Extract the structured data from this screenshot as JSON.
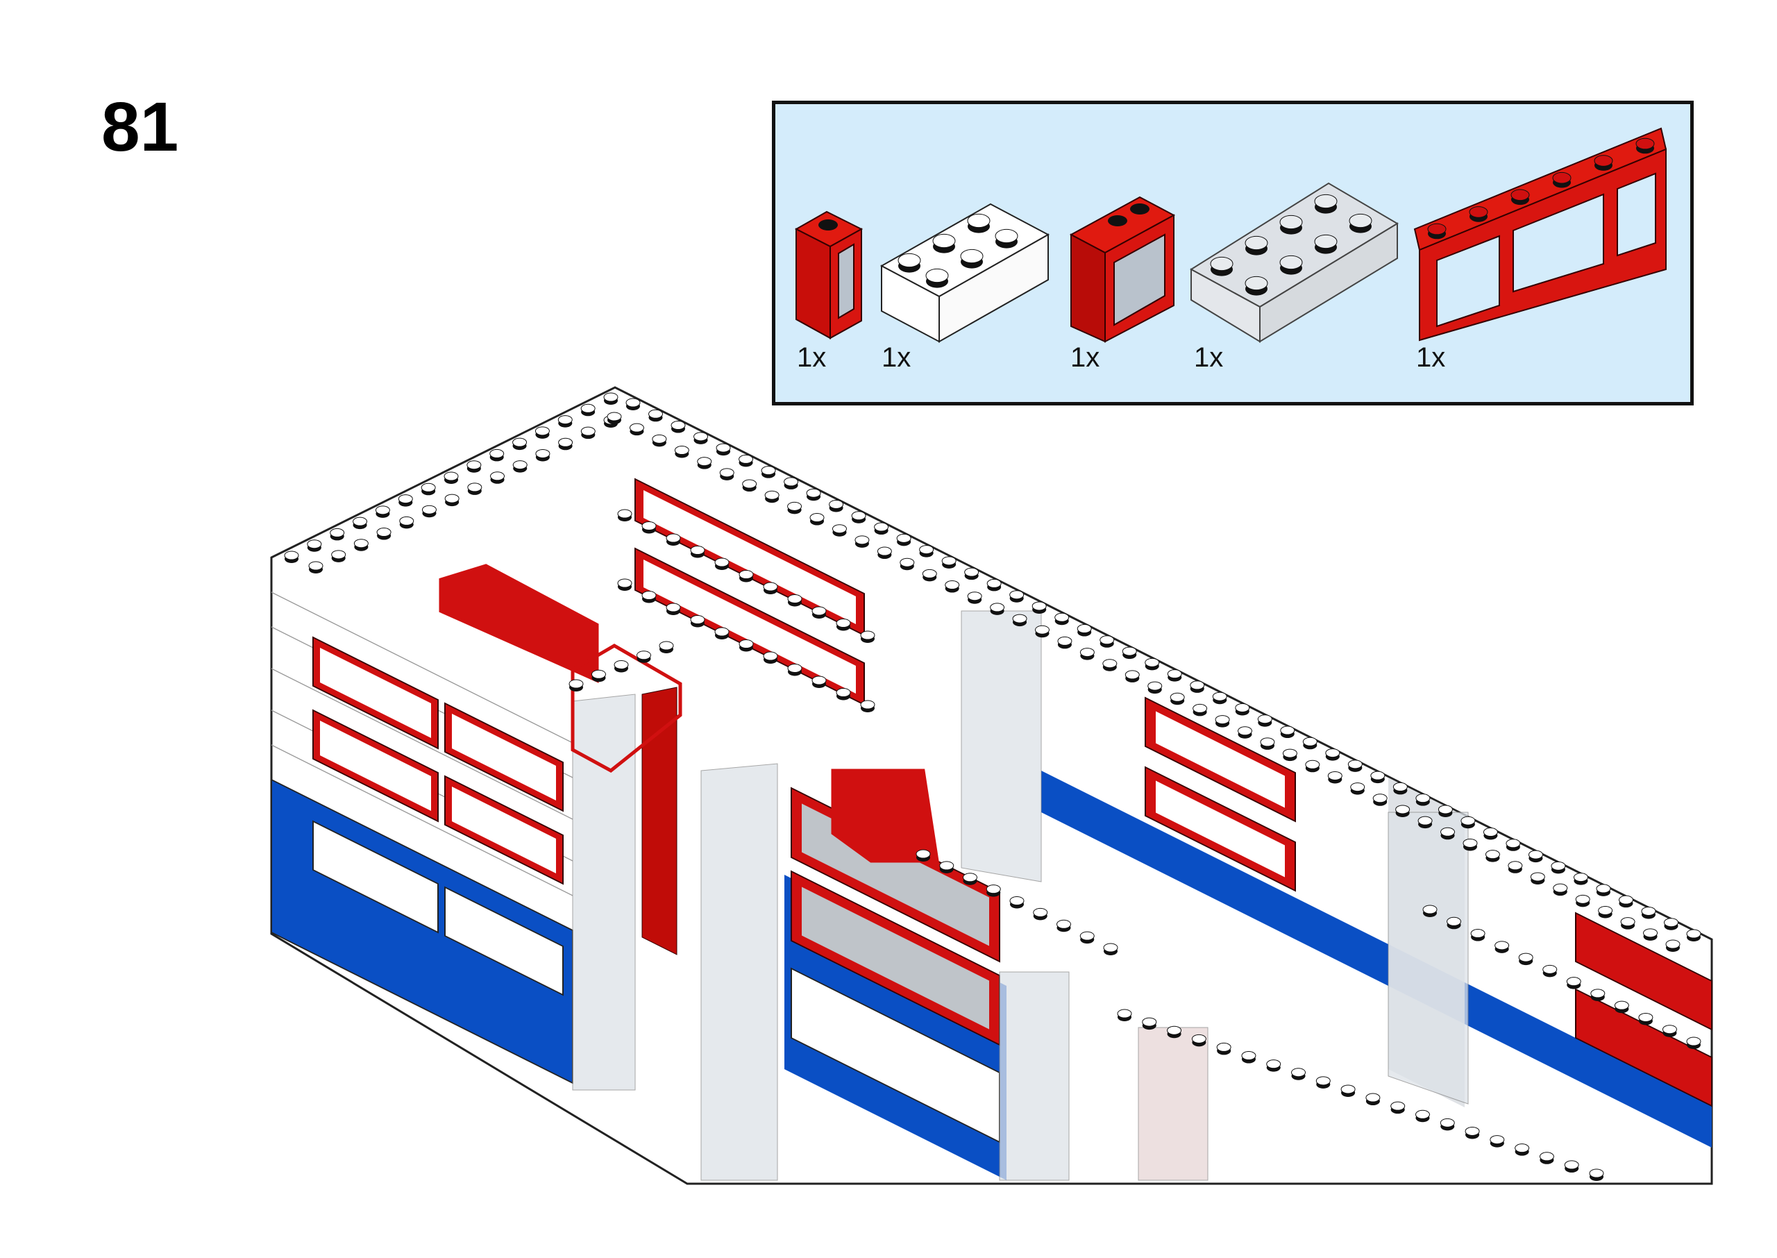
{
  "step": {
    "number": "81"
  },
  "parts_list": {
    "background": "#d4ecfb",
    "parts": [
      {
        "icon": "red-window-1x1x2-icon",
        "qty": "1x"
      },
      {
        "icon": "white-brick-2x3-icon",
        "qty": "1x"
      },
      {
        "icon": "red-window-1x2x2-icon",
        "qty": "1x"
      },
      {
        "icon": "trans-clear-brick-2x4-icon",
        "qty": "1x"
      },
      {
        "icon": "red-window-1x6x2-icon",
        "qty": "1x"
      }
    ]
  },
  "colors": {
    "red": "#d01010",
    "blue": "#0a4fc4",
    "white": "#ffffff",
    "trans": "#dfe3e8"
  }
}
